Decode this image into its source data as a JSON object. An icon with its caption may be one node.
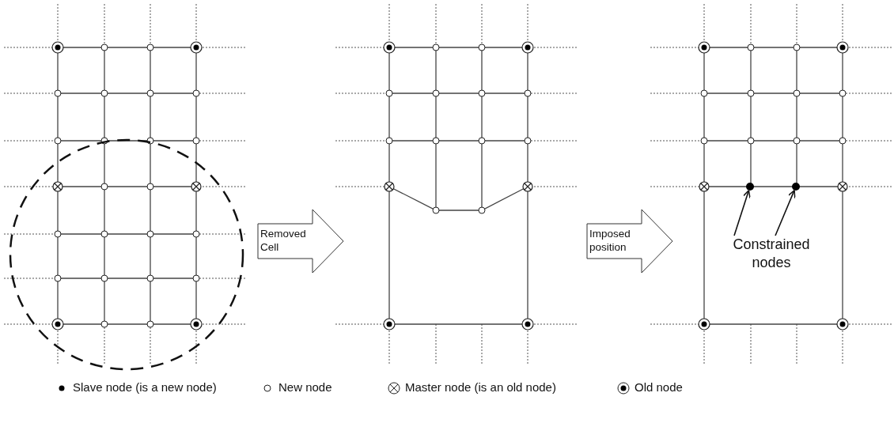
{
  "diagram": {
    "nodes": [
      {
        "text": [
          "Removed Cell"
        ]
      },
      {
        "text": [
          "Imposed position"
        ]
      },
      {
        "text": [
          "Constrained nodes"
        ]
      },
      {
        "text": [],
        "shape": "circle"
      },
      {
        "text": [],
        "shape": "circle"
      }
    ],
    "edges": [
      {
        "from": 2,
        "to": 3,
        "arrow": "to"
      },
      {
        "from": 2,
        "to": 4,
        "arrow": "to"
      }
    ],
    "legend": [
      {
        "text": "Slave node (is a new node)"
      },
      {
        "text": "New node"
      },
      {
        "text": "Master node (is an old node)"
      },
      {
        "text": "Old node"
      }
    ]
  }
}
